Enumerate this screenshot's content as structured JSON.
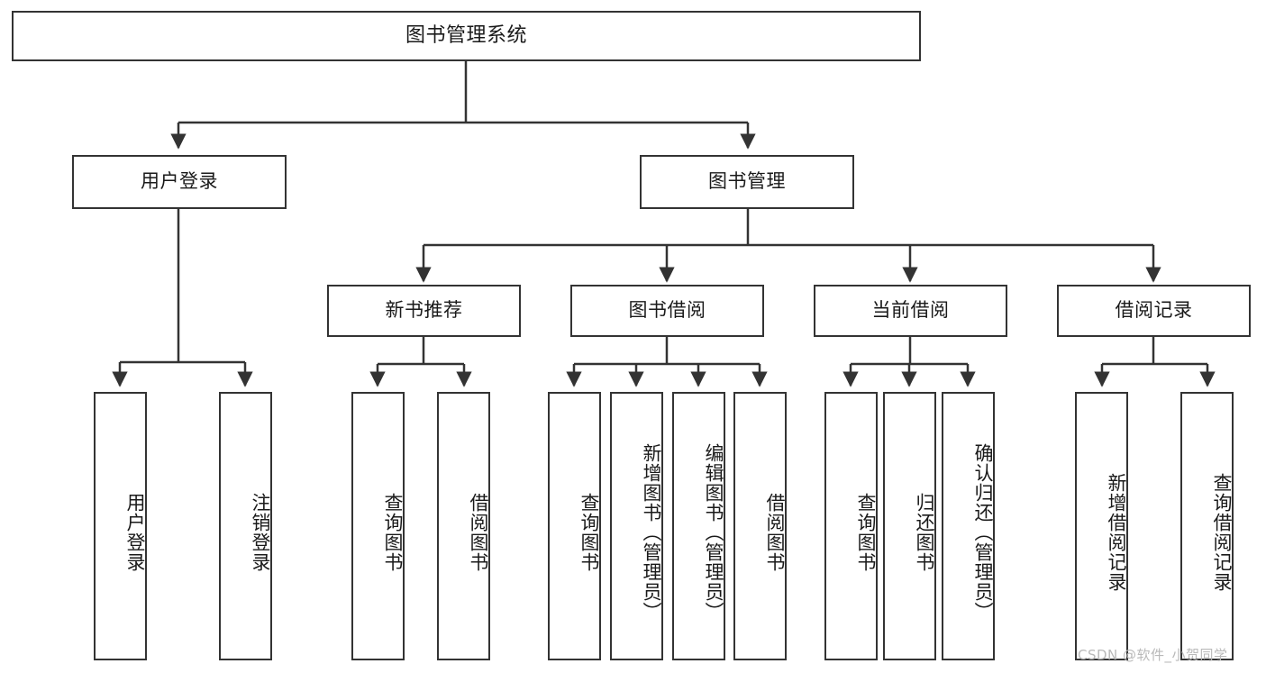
{
  "diagram": {
    "type": "tree",
    "title": "图书管理系统",
    "colors": {
      "stroke": "#333333",
      "fill": "#ffffff",
      "text": "#1a1a1a",
      "watermark": "#b9b9b9"
    },
    "levels": {
      "root": "图书管理系统",
      "level2": [
        "用户登录",
        "图书管理"
      ],
      "level3": [
        "新书推荐",
        "图书借阅",
        "当前借阅",
        "借阅记录"
      ]
    },
    "nodes": {
      "root": {
        "label": "图书管理系统"
      },
      "user_login": {
        "label": "用户登录"
      },
      "book_manage": {
        "label": "图书管理"
      },
      "new_book_rec": {
        "label": "新书推荐"
      },
      "book_borrow": {
        "label": "图书借阅"
      },
      "current_borrow": {
        "label": "当前借阅"
      },
      "borrow_record": {
        "label": "借阅记录"
      },
      "leaf_user_login": {
        "label": "用户登录"
      },
      "leaf_user_logout": {
        "label": "注销登录"
      },
      "leaf_rec_query_book": {
        "label": "查询图书"
      },
      "leaf_rec_borrow_book": {
        "label": "借阅图书"
      },
      "leaf_borrow_query_book": {
        "label": "查询图书"
      },
      "leaf_borrow_add_book": {
        "label": "新增图书（管理员）"
      },
      "leaf_borrow_edit_book": {
        "label": "编辑图书（管理员）"
      },
      "leaf_borrow_borrow_book": {
        "label": "借阅图书"
      },
      "leaf_current_query_book": {
        "label": "查询图书"
      },
      "leaf_current_return_book": {
        "label": "归还图书"
      },
      "leaf_current_confirm_return": {
        "label": "确认归还（管理员）"
      },
      "leaf_record_add": {
        "label": "新增借阅记录"
      },
      "leaf_record_query": {
        "label": "查询借阅记录"
      }
    },
    "edges": [
      {
        "from": "root",
        "to": "user_login"
      },
      {
        "from": "root",
        "to": "book_manage"
      },
      {
        "from": "user_login",
        "to": "leaf_user_login"
      },
      {
        "from": "user_login",
        "to": "leaf_user_logout"
      },
      {
        "from": "book_manage",
        "to": "new_book_rec"
      },
      {
        "from": "book_manage",
        "to": "book_borrow"
      },
      {
        "from": "book_manage",
        "to": "current_borrow"
      },
      {
        "from": "book_manage",
        "to": "borrow_record"
      },
      {
        "from": "new_book_rec",
        "to": "leaf_rec_query_book"
      },
      {
        "from": "new_book_rec",
        "to": "leaf_rec_borrow_book"
      },
      {
        "from": "book_borrow",
        "to": "leaf_borrow_query_book"
      },
      {
        "from": "book_borrow",
        "to": "leaf_borrow_add_book"
      },
      {
        "from": "book_borrow",
        "to": "leaf_borrow_edit_book"
      },
      {
        "from": "book_borrow",
        "to": "leaf_borrow_borrow_book"
      },
      {
        "from": "current_borrow",
        "to": "leaf_current_query_book"
      },
      {
        "from": "current_borrow",
        "to": "leaf_current_return_book"
      },
      {
        "from": "current_borrow",
        "to": "leaf_current_confirm_return"
      },
      {
        "from": "borrow_record",
        "to": "leaf_record_add"
      },
      {
        "from": "borrow_record",
        "to": "leaf_record_query"
      }
    ]
  },
  "watermark": {
    "text": "CSDN @软件_小贺同学"
  }
}
